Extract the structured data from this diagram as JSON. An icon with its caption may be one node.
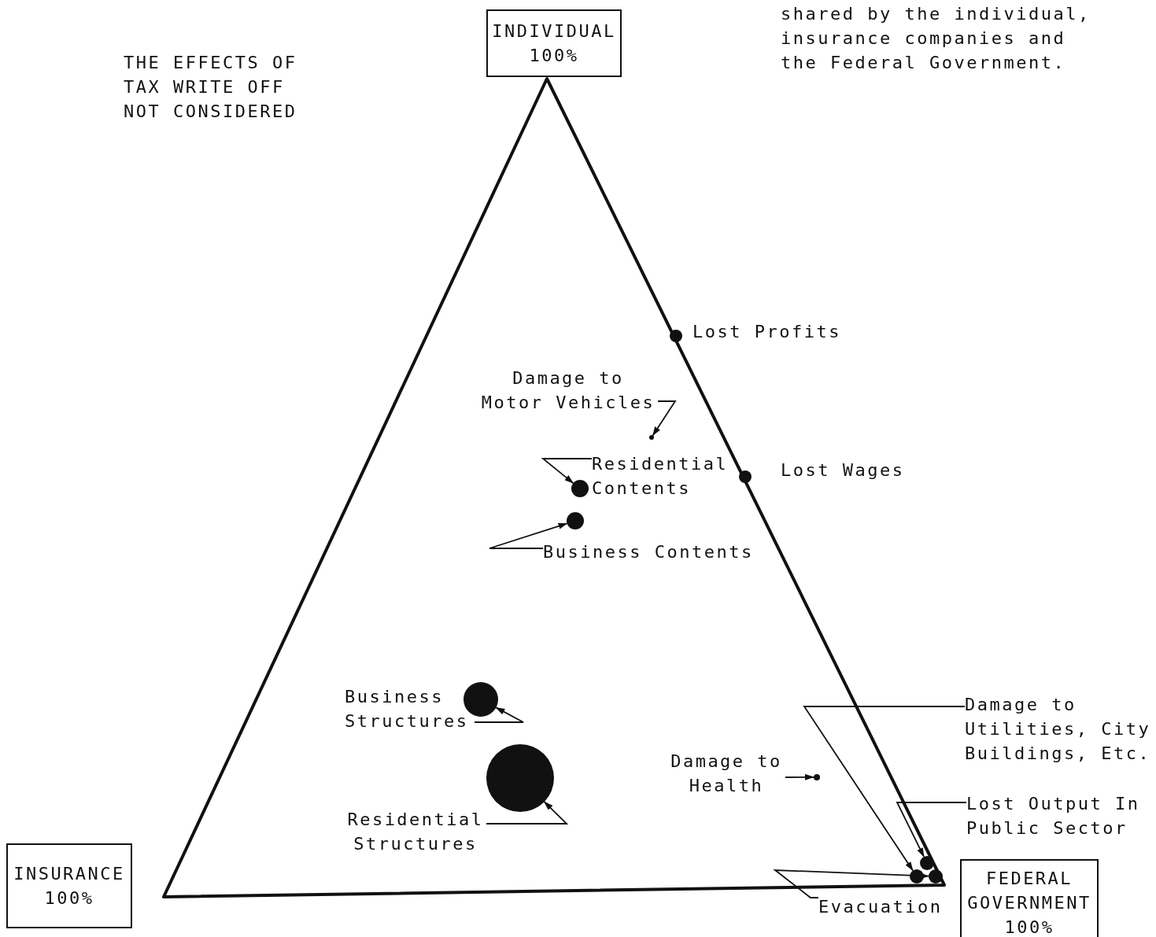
{
  "diagram": {
    "nodes": [
      {
        "text": [
          "INDIVIDUAL 100%"
        ]
      },
      {
        "text": [
          "INSURANCE 100%"
        ]
      },
      {
        "text": [
          "FEDERAL GOVERNMENT 100%"
        ]
      },
      {
        "text": [
          "Damage to Motor Vehicles"
        ]
      },
      {
        "text": [],
        "shape": "circle"
      },
      {
        "text": [
          "Residential Contents"
        ]
      },
      {
        "text": [],
        "shape": "circle"
      },
      {
        "text": [
          "Business Contents"
        ]
      },
      {
        "text": [],
        "shape": "circle"
      },
      {
        "text": [
          "Business Structures"
        ]
      },
      {
        "text": [],
        "shape": "circle"
      },
      {
        "text": [
          "Residential Structures"
        ]
      },
      {
        "text": [],
        "shape": "circle"
      },
      {
        "text": [
          "Damage to Health"
        ]
      },
      {
        "text": [],
        "shape": "circle"
      },
      {
        "text": [
          "Damage to Utilities, City Buildings, Etc."
        ]
      },
      {
        "text": [],
        "shape": "circle"
      },
      {
        "text": [
          "Lost Output In Public Sector"
        ]
      },
      {
        "text": [],
        "shape": "circle"
      },
      {
        "text": [
          "Evacuation"
        ]
      },
      {
        "text": [],
        "shape": "circle"
      },
      {
        "text": [],
        "shape": "circle",
        "beside": [
          "Lost Profits"
        ]
      },
      {
        "text": [],
        "shape": "circle",
        "beside": [
          "Lost Wages"
        ]
      }
    ],
    "edges": [
      {
        "from": 3,
        "to": 4,
        "arrow": "to"
      },
      {
        "from": 5,
        "to": 6,
        "arrow": "to"
      },
      {
        "from": 7,
        "to": 8,
        "arrow": "to"
      },
      {
        "from": 9,
        "to": 10,
        "arrow": "to"
      },
      {
        "from": 11,
        "to": 12,
        "arrow": "to"
      },
      {
        "from": 13,
        "to": 14,
        "arrow": "to"
      },
      {
        "from": 15,
        "to": 16,
        "arrow": "to"
      },
      {
        "from": 17,
        "to": 18,
        "arrow": "to"
      },
      {
        "from": 19,
        "to": 20,
        "arrow": "to"
      }
    ],
    "labels": [
      "THE EFFECTS OF TAX WRITE OFF NOT CONSIDERED",
      "shared by the individual, insurance companies and the Federal Government."
    ]
  }
}
